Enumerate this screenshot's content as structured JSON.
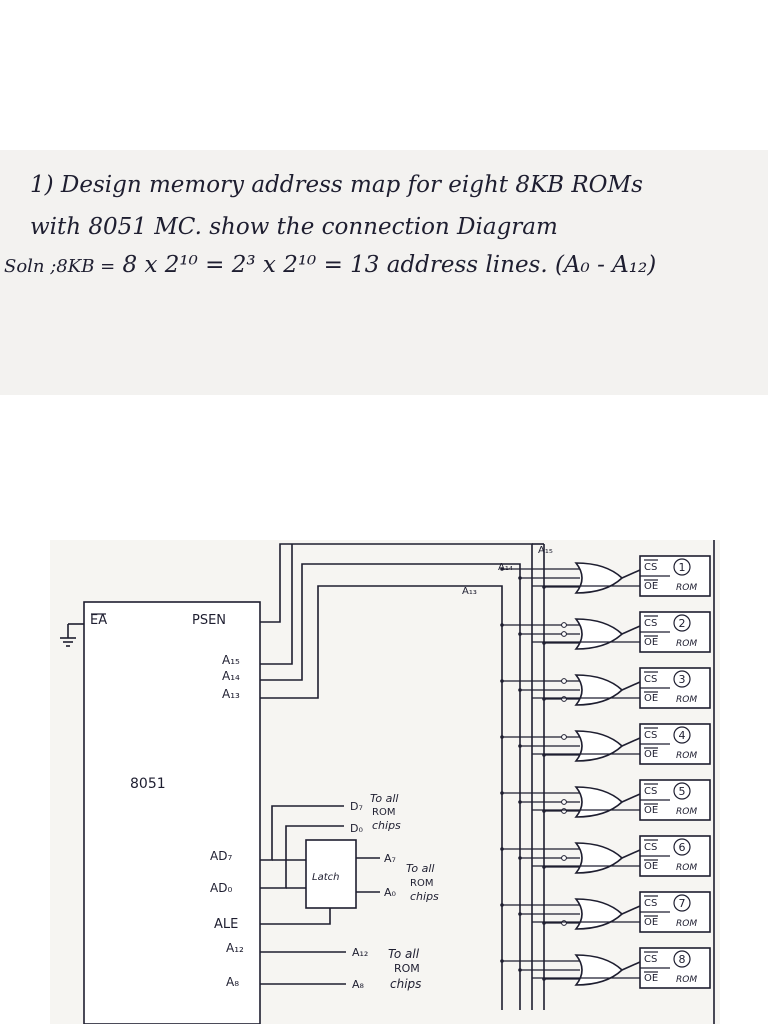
{
  "problem": {
    "line1": "1) Design memory address map for eight 8KB ROMs",
    "line2": "with 8051 MC. show the connection Diagram",
    "soln_label": "Soln ;8KB =",
    "line3": "8 x 2¹⁰ = 2³ x 2¹⁰ = 13 address lines. (A₀ - A₁₂)"
  },
  "diagram": {
    "mcu_label": "8051",
    "ea_label": "EA",
    "psen_label": "PSEN",
    "a15_label": "A₁₅",
    "a14_label": "A₁₄",
    "a13_label": "A₁₃",
    "ad7_label": "AD₇",
    "ad0_label": "AD₀",
    "ale_label": "ALE",
    "a12_label": "A₁₂",
    "a8_label": "A₈",
    "latch_label": "Latch",
    "d7_label": "D₇",
    "d0_label": "D₀",
    "data_note": [
      "To all",
      "ROM",
      "chips"
    ],
    "lat_a7_label": "A₇",
    "lat_a0_label": "A₀",
    "latch_note": [
      "To all",
      "ROM",
      "chips"
    ],
    "hi_a12_label": "A₁₂",
    "hi_a8_label": "A₈",
    "hi_note": [
      "To all",
      "ROM",
      "chips"
    ],
    "bus_a15_label": "A₁₅",
    "bus_a14_label": "A₁₄",
    "bus_a13_label": "A₁₃",
    "cs_label": "CS",
    "oe_label": "OE",
    "rom_label": "ROM",
    "rom_numbers": [
      "1",
      "2",
      "3",
      "4",
      "5",
      "6",
      "7",
      "8"
    ]
  },
  "colors": {
    "ink": "#1e1e30",
    "paper": "#f6f5f2",
    "note_band": "#f3f2f0"
  }
}
